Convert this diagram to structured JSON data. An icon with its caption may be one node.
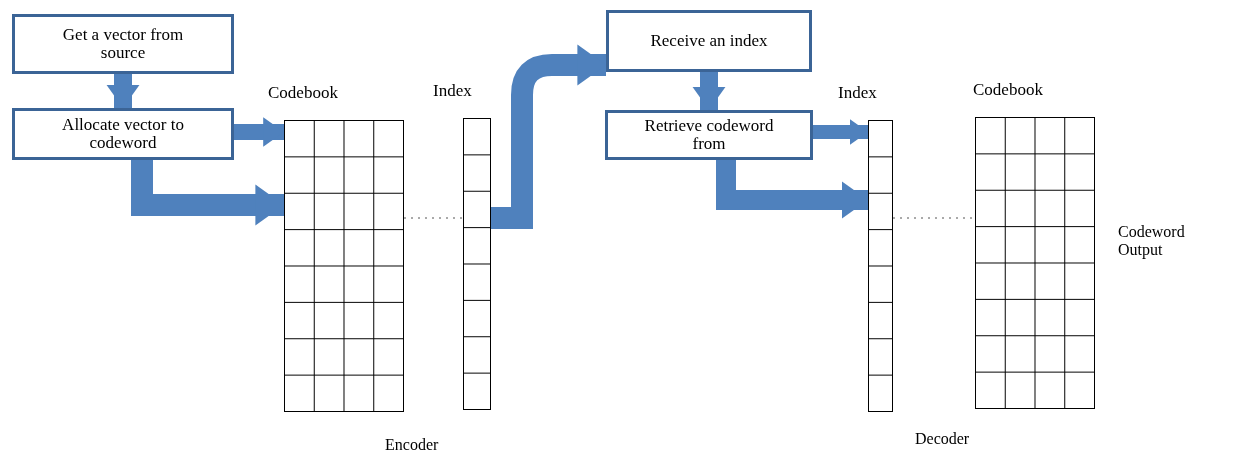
{
  "diagram": {
    "nodes": [
      {
        "text": [
          "Get a vector from source"
        ]
      },
      {
        "text": [
          "Allocate vector to codeword"
        ]
      },
      {
        "text": [
          "Codebook"
        ]
      },
      {
        "text": [
          "Index"
        ]
      },
      {
        "text": [
          "Receive an index"
        ]
      },
      {
        "text": [
          "Retrieve codeword from"
        ]
      },
      {
        "text": [
          "Index"
        ]
      },
      {
        "text": [
          "Codebook"
        ]
      }
    ],
    "edges": [
      {
        "from": 0,
        "to": 1,
        "arrow": "to"
      },
      {
        "from": 1,
        "to": 2,
        "arrow": "to"
      },
      {
        "from": 1,
        "to": 2,
        "arrow": "to"
      },
      {
        "from": 2,
        "to": 3,
        "arrow": "none",
        "style": "dashed",
        "color": "#555555"
      },
      {
        "from": 3,
        "to": 4,
        "arrow": "to"
      },
      {
        "from": 4,
        "to": 5,
        "arrow": "to"
      },
      {
        "from": 5,
        "to": 6,
        "arrow": "to"
      },
      {
        "from": 5,
        "to": 6,
        "arrow": "to"
      },
      {
        "from": 6,
        "to": 7,
        "arrow": "none",
        "style": "dashed",
        "color": "#555555"
      }
    ],
    "labels": [
      "Encoder",
      "Decoder",
      "Codeword Output"
    ]
  }
}
